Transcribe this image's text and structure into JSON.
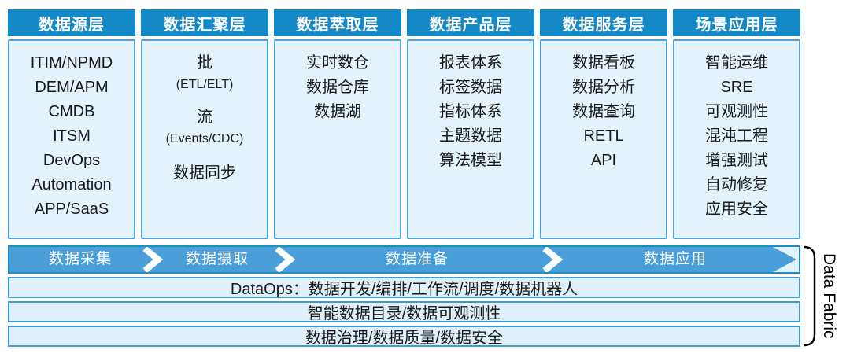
{
  "columns": [
    {
      "header": "数据源层",
      "items": [
        "ITIM/NPMD",
        "DEM/APM",
        "CMDB",
        "ITSM",
        "DevOps",
        "Automation",
        "APP/SaaS"
      ]
    },
    {
      "header": "数据汇聚层",
      "items": [
        "批",
        "(ETL/ELT)",
        "流",
        "(Events/CDC)",
        "数据同步"
      ]
    },
    {
      "header": "数据萃取层",
      "items": [
        "实时数仓",
        "数据仓库",
        "数据湖"
      ]
    },
    {
      "header": "数据产品层",
      "items": [
        "报表体系",
        "标签数据",
        "指标体系",
        "主题数据",
        "算法模型"
      ]
    },
    {
      "header": "数据服务层",
      "items": [
        "数据看板",
        "数据分析",
        "数据查询",
        "RETL",
        "API"
      ]
    },
    {
      "header": "场景应用层",
      "items": [
        "智能运维",
        "SRE",
        "可观测性",
        "混沌工程",
        "增强测试",
        "自动修复",
        "应用安全"
      ]
    }
  ],
  "pipeline": {
    "segments": [
      "数据采集",
      "数据摄取",
      "数据准备",
      "数据应用"
    ]
  },
  "foundation_rows": [
    "DataOps：数据开发/编排/工作流/调度/数据机器人",
    "智能数据目录/数据可观测性",
    "数据治理/数据质量/数据安全"
  ],
  "side_label": "Data Fabric",
  "colors": {
    "header_blue": "#1489C8",
    "band_blue": "#4A9FD8",
    "box_border": "#4FA3D6",
    "box_fill": "#E4F2FB",
    "row_fill": "#DFF0FA",
    "row_border": "#3E9ACF",
    "text_dark": "#1A1A1A"
  }
}
